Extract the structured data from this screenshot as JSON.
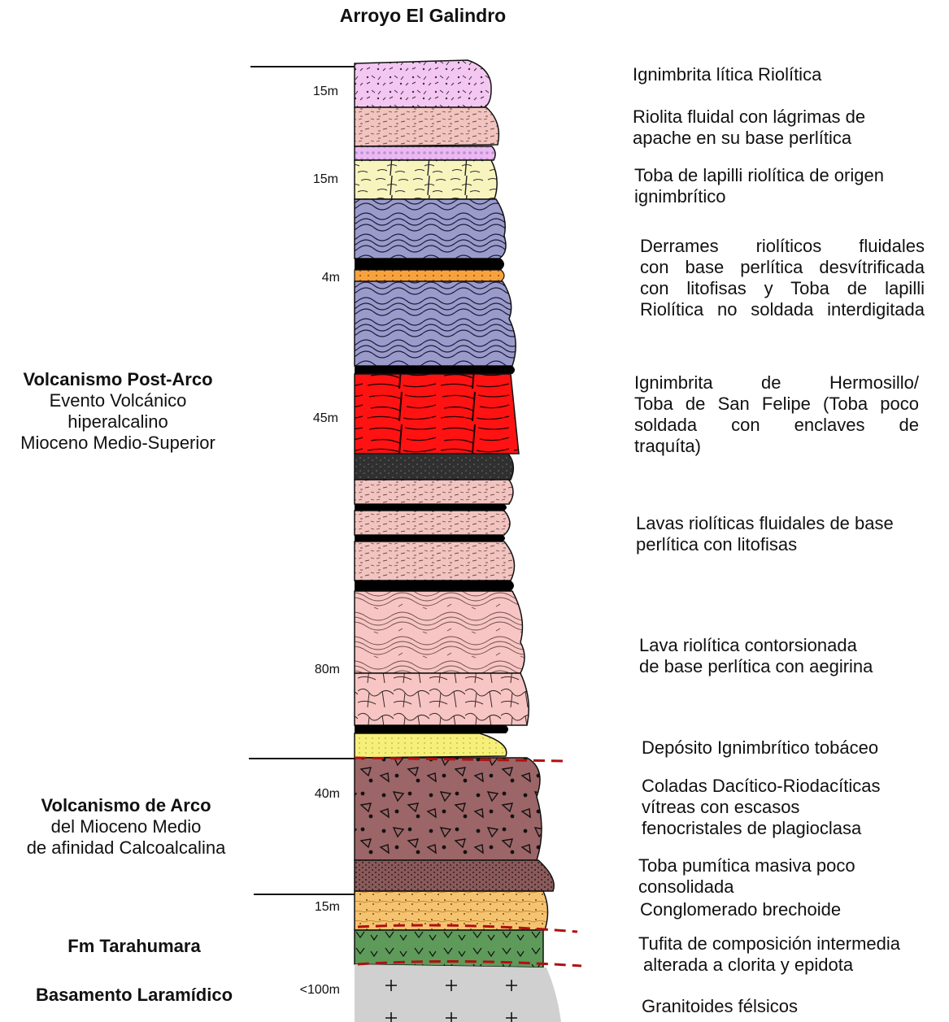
{
  "title": "Arroyo El Galindro",
  "units": [
    {
      "name": "Volcanismo Post-Arco",
      "lines": [
        "Evento Volcánico",
        "hiperalcalino",
        "Mioceno Medio-Superior"
      ]
    },
    {
      "name": "Volcanismo de Arco",
      "lines": [
        "del Mioceno Medio",
        "de afinidad Calcoalcalina"
      ]
    },
    {
      "name": "Fm Tarahumara",
      "lines": []
    },
    {
      "name": "Basamento Laramídico",
      "lines": []
    }
  ],
  "thicknesses": [
    "15m",
    "15m",
    "4m",
    "45m",
    "80m",
    "40m",
    "15m",
    "<100m"
  ],
  "descriptions": [
    {
      "lines": [
        "Ignimbrita lítica Riolítica"
      ]
    },
    {
      "lines": [
        "Riolita fluidal con lágrimas de",
        "apache en su base perlítica"
      ]
    },
    {
      "lines": [
        "Toba de lapilli riolítica de origen",
        "ignimbrítico"
      ]
    },
    {
      "lines": [
        "Derrames riolíticos fluidales",
        "con base perlítica desvítrificada",
        "con litofisas y Toba de lapilli",
        "Riolítica no soldada interdigitada"
      ]
    },
    {
      "lines": [
        "Ignimbrita de Hermosillo/",
        "Toba de San Felipe (Toba poco",
        "soldada con enclaves de",
        "traquíta)"
      ]
    },
    {
      "lines": [
        "Lavas riolíticas fluidales de base",
        "perlítica con litofisas"
      ]
    },
    {
      "lines": [
        "Lava riolítica contorsionada",
        "de base perlítica con aegirina"
      ]
    },
    {
      "lines": [
        "Depósito Ignimbrítico tobáceo"
      ]
    },
    {
      "lines": [
        "Coladas Dacítico-Riodacíticas",
        "vítreas con escasos",
        "fenocristales de plagioclasa"
      ]
    },
    {
      "lines": [
        "Toba pumítica masiva poco",
        "consolidada"
      ]
    },
    {
      "lines": [
        "Conglomerado brechoide"
      ]
    },
    {
      "lines": [
        "Tufita de composición intermedia",
        "alterada a clorita y epidota"
      ]
    },
    {
      "lines": [
        "Granitoides félsicos"
      ]
    }
  ],
  "colors": {
    "lithic_ignimbrite": "#f4c6f2",
    "fluidal_rhyolite": "#f2c4c0",
    "lapilli_tuff": "#f8f4be",
    "flow_rhyolite": "#9b9bcb",
    "obsidian": "#000000",
    "orange_tuff": "#f7a23c",
    "hermosillo_ignimbrite": "#ff1212",
    "dark_tuff": "#303030",
    "contorted_lava": "#f7c5c3",
    "tobaceous_deposit": "#f6f07a",
    "dacitic_flows": "#9c6567",
    "pumice_tuff": "#8a5a5a",
    "conglomerate": "#f5c370",
    "tuffite": "#5e9a5a",
    "granitoid": "#d0d0d0",
    "contact_line": "#b01010"
  }
}
